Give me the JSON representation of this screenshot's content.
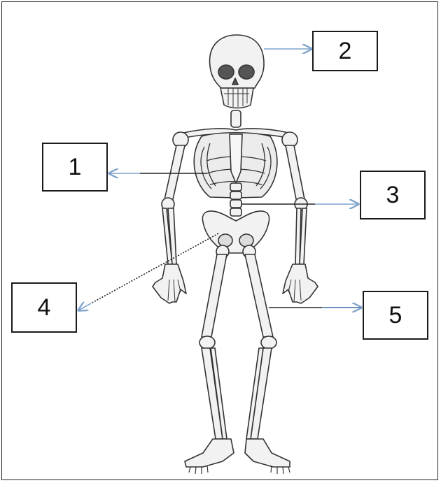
{
  "diagram": {
    "labels": [
      {
        "id": "label-1",
        "text": "1"
      },
      {
        "id": "label-2",
        "text": "2"
      },
      {
        "id": "label-3",
        "text": "3"
      },
      {
        "id": "label-4",
        "text": "4"
      },
      {
        "id": "label-5",
        "text": "5"
      }
    ],
    "colors": {
      "bone_fill": "#f2f2f2",
      "bone_stroke": "#333333",
      "arrow": "#7fa3cc",
      "box_border": "#1a1a1a"
    }
  }
}
